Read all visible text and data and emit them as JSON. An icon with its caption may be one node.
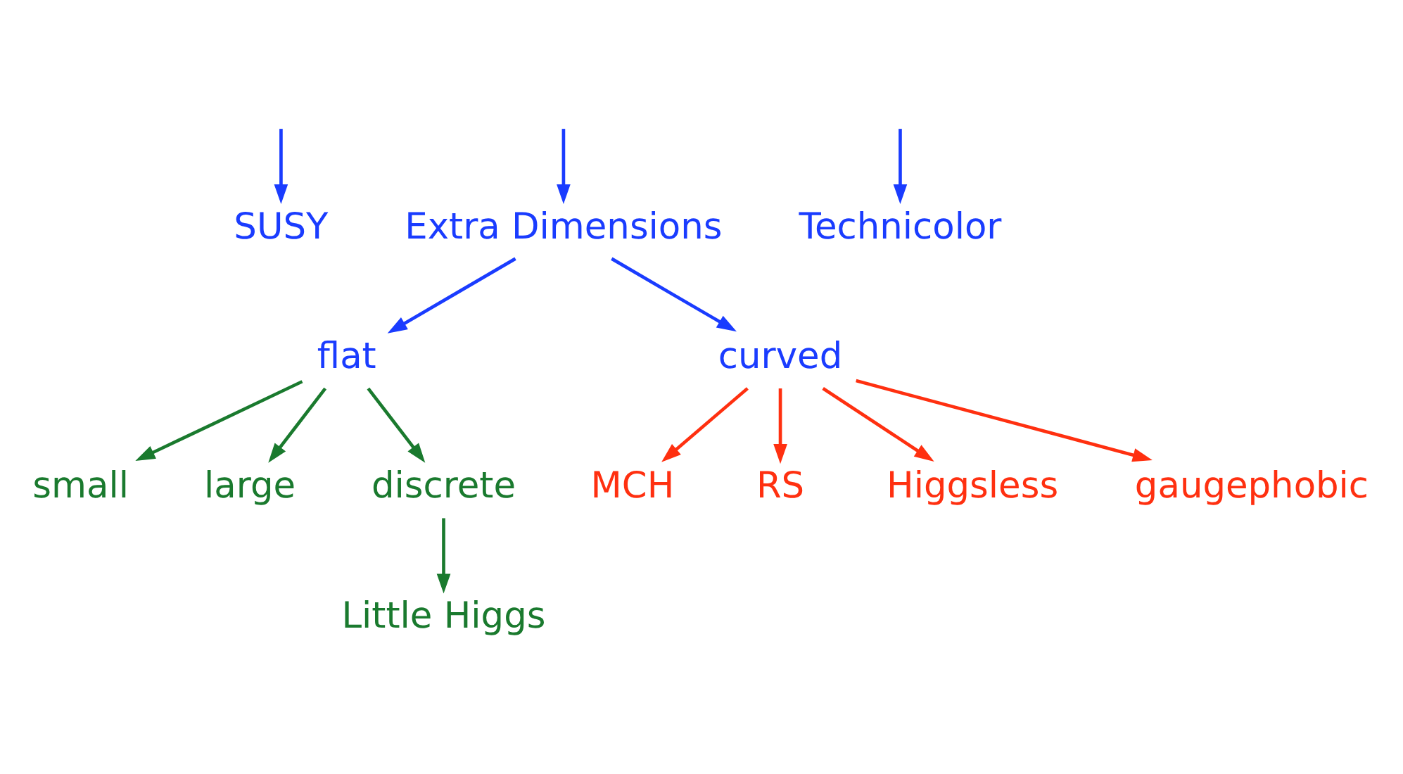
{
  "diagram": {
    "nodes": [
      {
        "text": [
          "SUSY"
        ]
      },
      {
        "text": [
          "Extra Dimensions"
        ]
      },
      {
        "text": [
          "Technicolor"
        ]
      },
      {
        "text": [
          "flat"
        ]
      },
      {
        "text": [
          "curved"
        ]
      },
      {
        "text": [
          "MCH"
        ]
      },
      {
        "text": [
          "small"
        ]
      },
      {
        "text": [
          "large"
        ]
      },
      {
        "text": [
          "discrete"
        ]
      },
      {
        "text": [
          "RS"
        ]
      },
      {
        "text": [
          "Higgsless"
        ]
      },
      {
        "text": [
          "Little Higgs"
        ]
      },
      {
        "text": [
          "gaugephobic"
        ]
      }
    ],
    "edges": [
      {
        "from": null,
        "to": 0,
        "arrow": "to",
        "color": "#1a3cff"
      },
      {
        "from": null,
        "to": 1,
        "arrow": "to",
        "color": "#1a3cff"
      },
      {
        "from": null,
        "to": 2,
        "arrow": "to",
        "color": "#1a3cff"
      },
      {
        "from": 1,
        "to": 3,
        "arrow": "to",
        "color": "#1a3cff"
      },
      {
        "from": 1,
        "to": 4,
        "arrow": "to",
        "color": "#1a3cff"
      },
      {
        "from": 3,
        "to": 6,
        "arrow": "to",
        "color": "#1a7a2e"
      },
      {
        "from": 3,
        "to": 7,
        "arrow": "to",
        "color": "#1a7a2e"
      },
      {
        "from": 3,
        "to": 8,
        "arrow": "to",
        "color": "#1a7a2e"
      },
      {
        "from": 8,
        "to": 11,
        "arrow": "to",
        "color": "#1a7a2e"
      },
      {
        "from": 4,
        "to": 5,
        "arrow": "to",
        "color": "#ff3010"
      },
      {
        "from": 4,
        "to": 9,
        "arrow": "to",
        "color": "#ff3010"
      },
      {
        "from": 4,
        "to": 12,
        "arrow": "to",
        "color": "#ff3010"
      },
      {
        "from": 4,
        "to": 10,
        "arrow": "to",
        "color": "#ff3010"
      }
    ]
  }
}
